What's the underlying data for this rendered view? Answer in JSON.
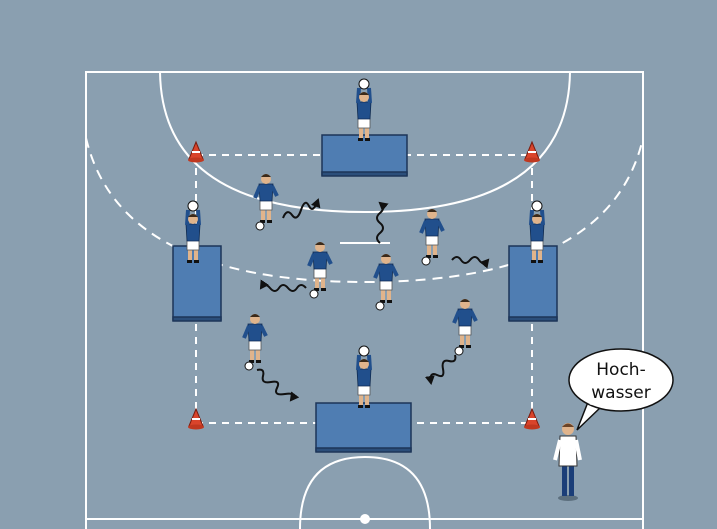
{
  "speech_bubble": {
    "line1": "Hoch-",
    "line2": "wasser"
  },
  "colors": {
    "background": "#8a9fb0",
    "court_lines": "#ffffff",
    "mat_fill": "#4f7db2",
    "mat_edge": "#1c3558",
    "jersey": "#214f8c",
    "shorts": "#ffffff",
    "cone": "#d9442b",
    "arrow": "#111111"
  },
  "elements": {
    "players": 10,
    "mats": 4,
    "cones": 4,
    "dribble_arrows": 6,
    "coach": 1
  }
}
